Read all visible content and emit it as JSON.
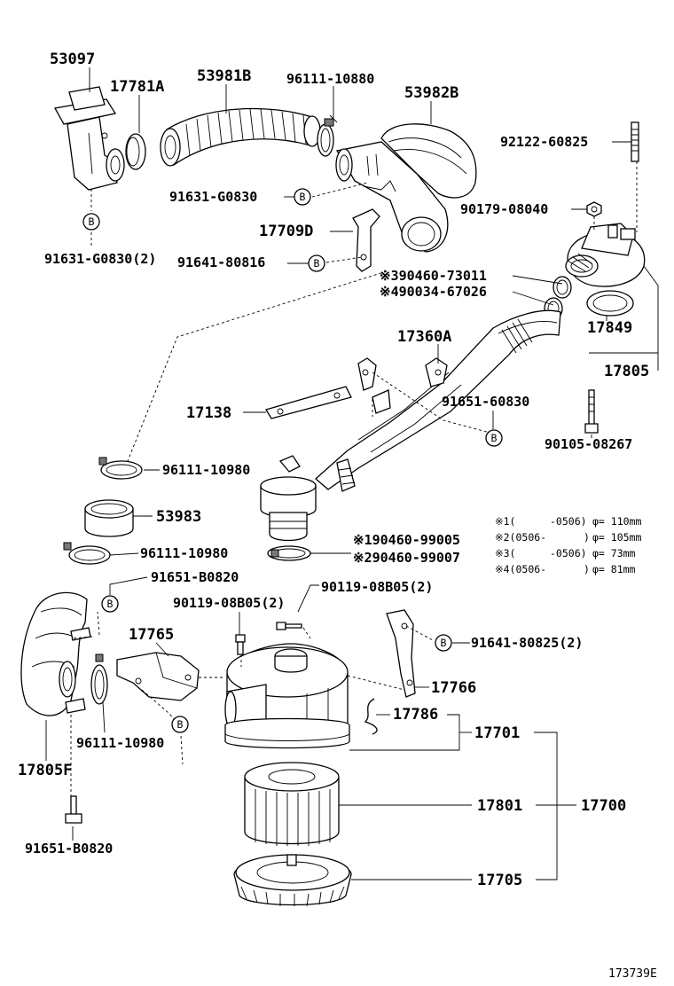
{
  "diagram_id": "173739E",
  "symbol_b": "B",
  "parts": {
    "p53097": "53097",
    "p17781A": "17781A",
    "p53981B": "53981B",
    "p96111_10880": "96111-10880",
    "p53982B": "53982B",
    "p92122_60825": "92122-60825",
    "p91631_G0830": "91631-G0830",
    "p90179_08040": "90179-08040",
    "p17709D": "17709D",
    "p91631_G0830_2": "91631-G0830(2)",
    "p91641_80816": "91641-80816",
    "p90460_73011": "※390460-73011",
    "p90034_67026": "※490034-67026",
    "p17849": "17849",
    "p17360A": "17360A",
    "p17805": "17805",
    "p17138": "17138",
    "p91651_60830": "91651-60830",
    "p90105_08267": "90105-08267",
    "p96111_10980_a": "96111-10980",
    "p53983": "53983",
    "p90460_99005": "※190460-99005",
    "p90460_99007": "※290460-99007",
    "p96111_10980_b": "96111-10980",
    "p91651_B0820_a": "91651-B0820",
    "p90119_08B05_a": "90119-08B05(2)",
    "p90119_08B05_b": "90119-08B05(2)",
    "p17765": "17765",
    "p91641_80825": "91641-80825(2)",
    "p17766": "17766",
    "p17786": "17786",
    "p17701": "17701",
    "p96111_10980_c": "96111-10980",
    "p17805F": "17805F",
    "p17801": "17801",
    "p17700": "17700",
    "p91651_B0820_b": "91651-B0820",
    "p17705": "17705"
  },
  "notes": [
    {
      "mark": "※1(",
      "range": "-0506)",
      "phi": "φ= 110mm"
    },
    {
      "mark": "※2(0506-",
      "range": ")",
      "phi": "φ= 105mm"
    },
    {
      "mark": "※3(",
      "range": "-0506)",
      "phi": "φ= 73mm"
    },
    {
      "mark": "※4(0506-",
      "range": ")",
      "phi": "φ= 81mm"
    }
  ]
}
